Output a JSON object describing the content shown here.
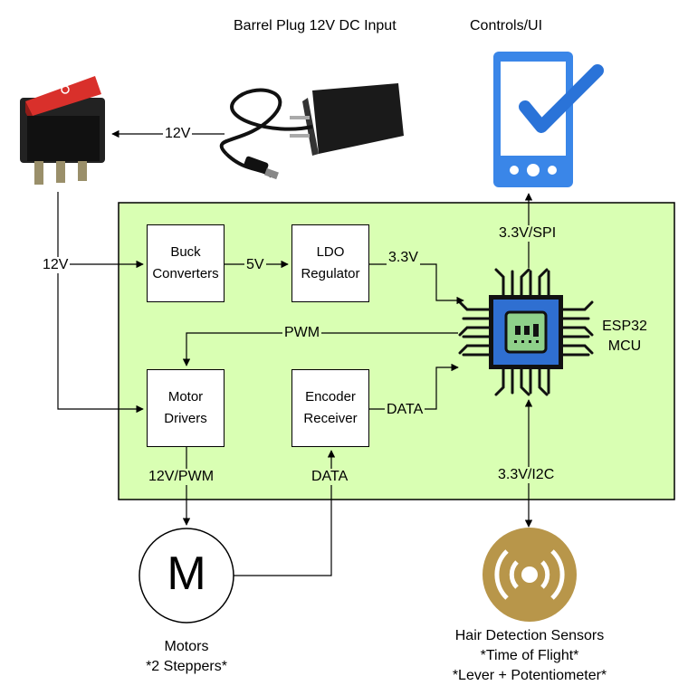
{
  "titles": {
    "barrel_plug": "Barrel Plug 12V DC Input",
    "controls": "Controls/UI"
  },
  "blocks": {
    "buck_line1": "Buck",
    "buck_line2": "Converters",
    "ldo_line1": "LDO",
    "ldo_line2": "Regulator",
    "motor_line1": "Motor",
    "motor_line2": "Drivers",
    "encoder_line1": "Encoder",
    "encoder_line2": "Receiver"
  },
  "mcu": {
    "line1": "ESP32",
    "line2": "MCU"
  },
  "wires": {
    "plug_to_switch": "12V",
    "switch_to_board": "12V",
    "buck_to_ldo": "5V",
    "ldo_to_mcu": "3.3V",
    "mcu_to_ui": "3.3V/SPI",
    "mcu_to_drivers": "PWM",
    "encoder_to_mcu": "DATA",
    "drivers_to_motor": "12V/PWM",
    "motor_to_encoder": "DATA",
    "mcu_to_sensors": "3.3V/I2C"
  },
  "motor": {
    "symbol": "M",
    "label_line1": "Motors",
    "label_line2": "*2 Steppers*"
  },
  "sensors": {
    "line1": "Hair Detection Sensors",
    "line2": "*Time of Flight*",
    "line3": "*Lever + Potentiometer*"
  },
  "colors": {
    "board": "#d9ffb3",
    "board_border": "#000000",
    "switch_red": "#d9302b",
    "phone_blue": "#3a86e8",
    "chip_blue": "#2f6fd1",
    "chip_green": "#8fd18a",
    "sensor_gold": "#b8964a"
  },
  "icons": {
    "switch": "rocker-switch-icon",
    "adapter": "power-adapter-icon",
    "phone": "smartphone-check-icon",
    "chip": "microchip-icon",
    "sensor": "signal-sensor-icon"
  }
}
